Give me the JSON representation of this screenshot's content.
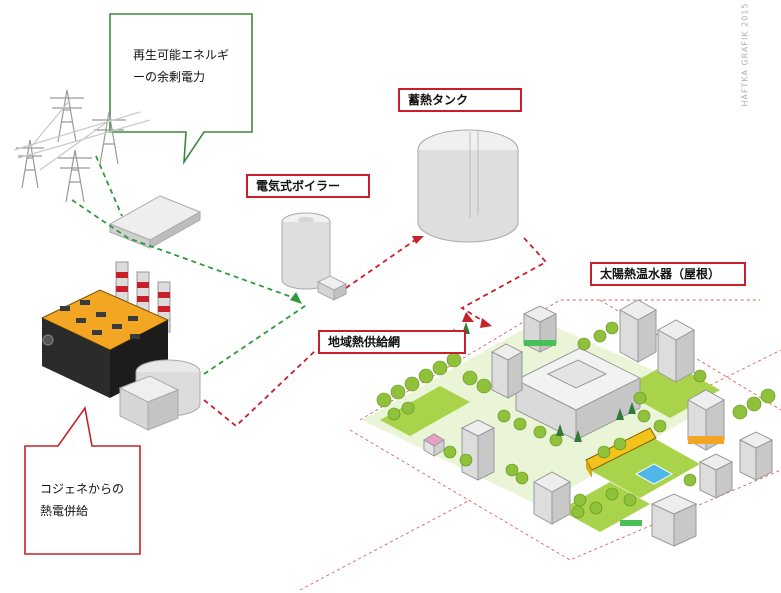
{
  "labels": {
    "storage_tank": "蓄熱タンク",
    "electric_boiler": "電気式ボイラー",
    "solar_heater": "太陽熱温水器（屋根）",
    "district_network": "地域熱供給網"
  },
  "bubbles": {
    "renewable": [
      "再生可能エネルギ",
      "ーの余剰電力"
    ],
    "cogen": [
      "コジェネからの",
      "熱電併給"
    ]
  },
  "watermark": "HAFTKA GRAFIK 2015",
  "colors": {
    "label_border": "#c8202a",
    "renewable_bubble_border": "#3c8a3c",
    "cogen_bubble_border": "#c8202a",
    "green_flow": "#2e9a3a",
    "red_flow": "#c8202a",
    "grass": "#a9d34a",
    "building": "#e4e4e4",
    "roof_orange": "#f3a623",
    "tree": "#8fc23a"
  }
}
